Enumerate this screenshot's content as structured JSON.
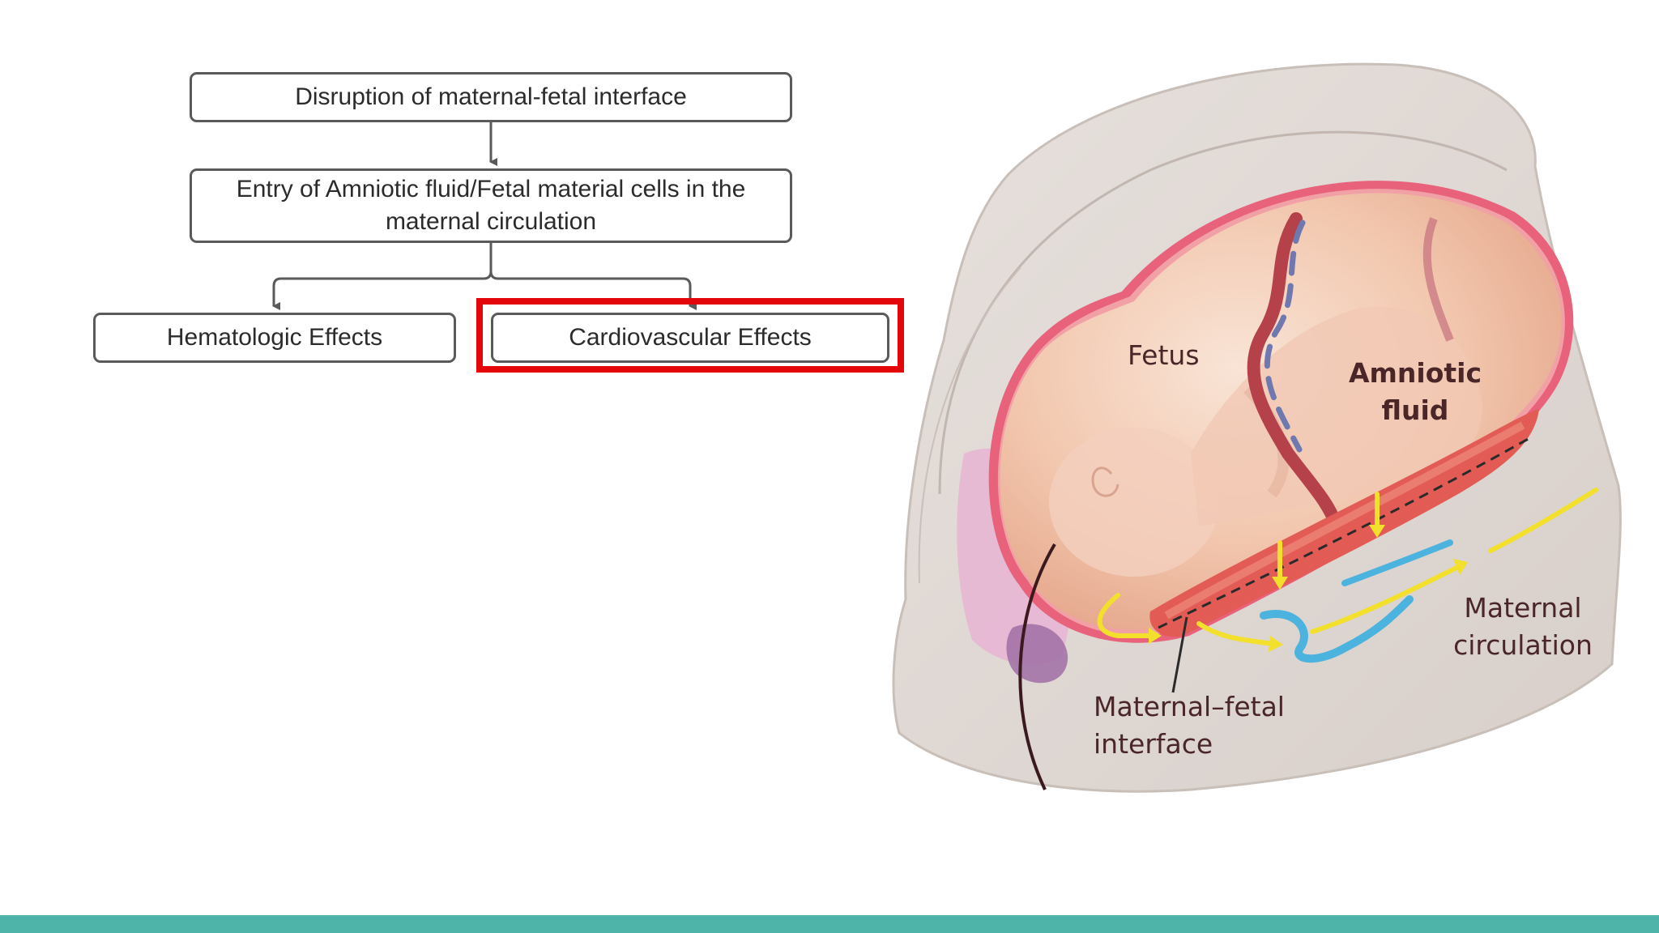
{
  "flowchart": {
    "nodes": [
      {
        "id": "n1",
        "label": "Disruption of maternal-fetal interface"
      },
      {
        "id": "n2",
        "label": "Entry of Amniotic fluid/Fetal material cells in the maternal circulation"
      },
      {
        "id": "n3",
        "label": "Hematologic Effects"
      },
      {
        "id": "n4",
        "label": "Cardiovascular Effects",
        "highlighted": true
      }
    ],
    "edges": [
      {
        "from": "n1",
        "to": "n2"
      },
      {
        "from": "n2",
        "to": "n3"
      },
      {
        "from": "n2",
        "to": "n4"
      }
    ],
    "highlight_color": "#e3070b",
    "border_color": "#5a5a5a"
  },
  "illustration": {
    "labels": {
      "fetus": "Fetus",
      "amniotic_fluid": "Amniotic fluid",
      "maternal_circulation": "Maternal circulation",
      "maternal_fetal_interface": "Maternal–fetal interface"
    }
  },
  "theme": {
    "accent_bar": "#4eb3a8"
  }
}
